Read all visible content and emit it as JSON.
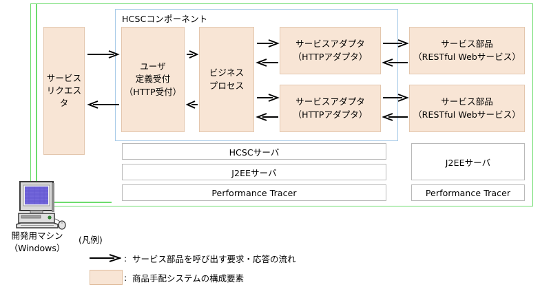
{
  "diagram": {
    "outer_boundary_name": "development-machine-scope",
    "outer_boundary_color": "#6ddc6d",
    "component_group": {
      "title": "HCSCコンポーネント",
      "border_color": "#a8cbe8"
    },
    "box_fill_color": "#f8e5d5",
    "box_border_color": "#e3c6ad",
    "nodes": [
      {
        "id": "service-requestor",
        "lines": [
          "サービス",
          "リクエスタ"
        ]
      },
      {
        "id": "user-defined-reception",
        "lines": [
          "ユーザ",
          "定義受付",
          "（HTTP受付）"
        ]
      },
      {
        "id": "business-process",
        "lines": [
          "ビジネス",
          "プロセス"
        ]
      },
      {
        "id": "service-adapter-1",
        "lines": [
          "サービスアダプタ",
          "（HTTPアダプタ）"
        ]
      },
      {
        "id": "service-adapter-2",
        "lines": [
          "サービスアダプタ",
          "（HTTPアダプタ）"
        ]
      },
      {
        "id": "service-component-1",
        "lines": [
          "サービス部品",
          "（RESTful Webサービス）"
        ]
      },
      {
        "id": "service-component-2",
        "lines": [
          "サービス部品",
          "（RESTful Webサービス）"
        ]
      }
    ],
    "server_bars_left": [
      {
        "id": "hcsc-server",
        "label": "HCSCサーバ"
      },
      {
        "id": "j2ee-server",
        "label": "J2EEサーバ"
      },
      {
        "id": "performance-tracer",
        "label": "Performance Tracer"
      }
    ],
    "server_bars_right": [
      {
        "id": "j2ee-server-right",
        "label": "J2EEサーバ"
      },
      {
        "id": "performance-tracer-right",
        "label": "Performance Tracer"
      }
    ],
    "machine": {
      "icon": "desktop-computer-icon",
      "lines": [
        "開発用マシン",
        "（Windows）"
      ]
    }
  },
  "legend": {
    "title": "(凡例)",
    "items": [
      {
        "key": "arrow-icon",
        "colon": ":",
        "text": "サービス部品を呼び出す要求・応答の流れ"
      },
      {
        "key": "color-swatch",
        "colon": ":",
        "text": "商品手配システムの構成要素"
      }
    ]
  }
}
